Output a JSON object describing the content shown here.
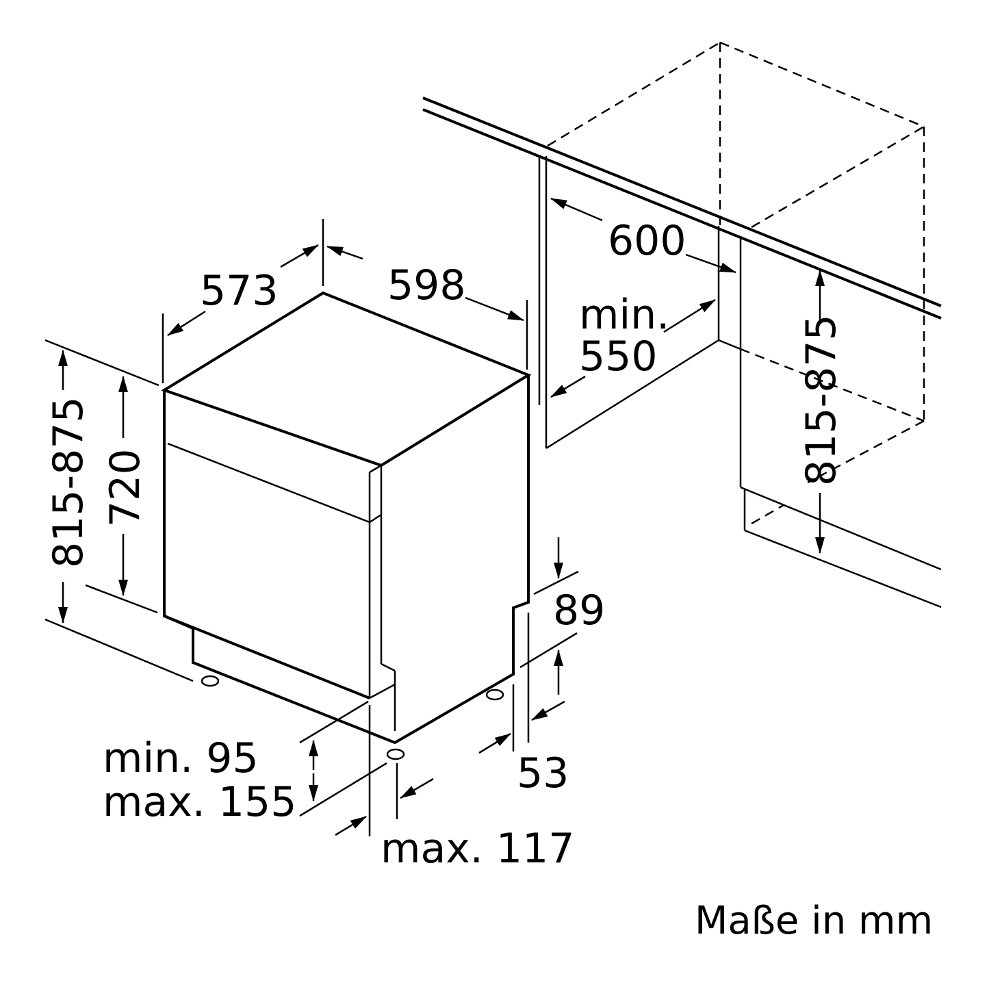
{
  "dimensions": {
    "depth": "573",
    "width": "598",
    "niche_width": "600",
    "niche_min_label": "min.",
    "niche_min_value": "550",
    "height_range_left": "815-875",
    "body_height": "720",
    "height_range_right": "815-875",
    "toe_kick_height": "89",
    "toe_kick_depth": "53",
    "plinth_min": "min. 95",
    "plinth_max": "max. 155",
    "door_offset_max": "max. 117"
  },
  "caption": "Maße in mm"
}
